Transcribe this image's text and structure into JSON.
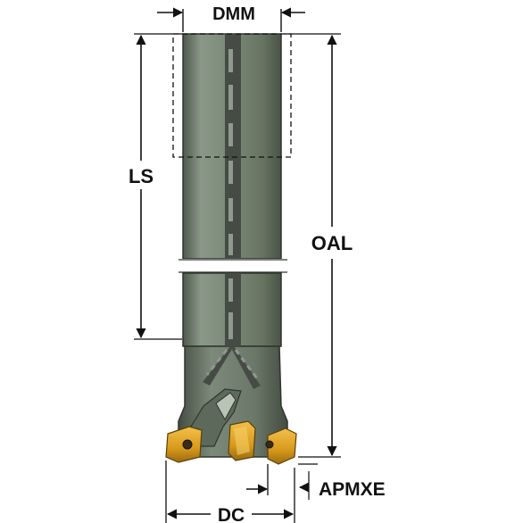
{
  "labels": {
    "dmm": "DMM",
    "ls": "LS",
    "oal": "OAL",
    "apmxe": "APMXE",
    "dc": "DC"
  },
  "colors": {
    "shank": "#7c8a7a",
    "shank_dark": "#525c50",
    "shank_light": "#a3b0a1",
    "coolant_channel": "#4a4f4a",
    "insert": "#e0a82a",
    "insert_dark": "#8a6210",
    "line": "#111111",
    "background": "#ffffff"
  }
}
